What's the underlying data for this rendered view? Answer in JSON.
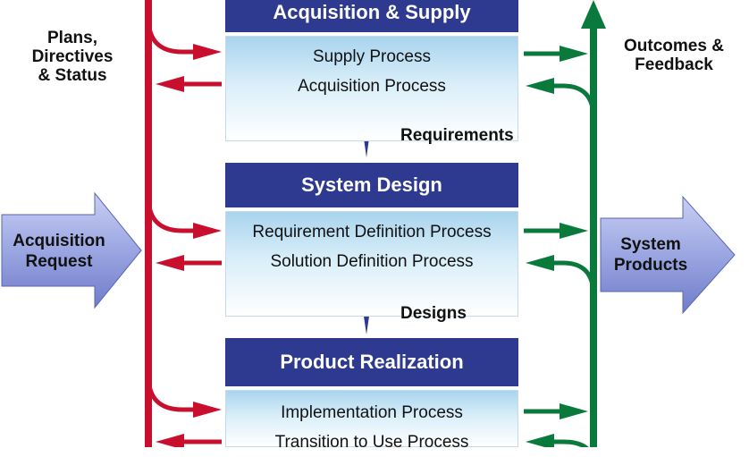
{
  "left_label": "Plans,\nDirectives\n& Status",
  "right_label": "Outcomes &\nFeedback",
  "input_arrow": "Acquisition\nRequest",
  "output_arrow": "System\nProducts",
  "stages": [
    {
      "title": "Acquisition & Supply",
      "processes": [
        "Supply Process",
        "Acquisition Process"
      ]
    },
    {
      "title": "System Design",
      "processes": [
        "Requirement Definition Process",
        "Solution Definition Process"
      ]
    },
    {
      "title": "Product Realization",
      "processes": [
        "Implementation Process",
        "Transition to Use Process"
      ]
    }
  ],
  "connectors": [
    "Requirements",
    "Designs"
  ],
  "colors": {
    "header": "#2e3a8f",
    "red_flow": "#c8102e",
    "green_flow": "#0a7a3c",
    "block_arrow": "#a9b3e8"
  }
}
